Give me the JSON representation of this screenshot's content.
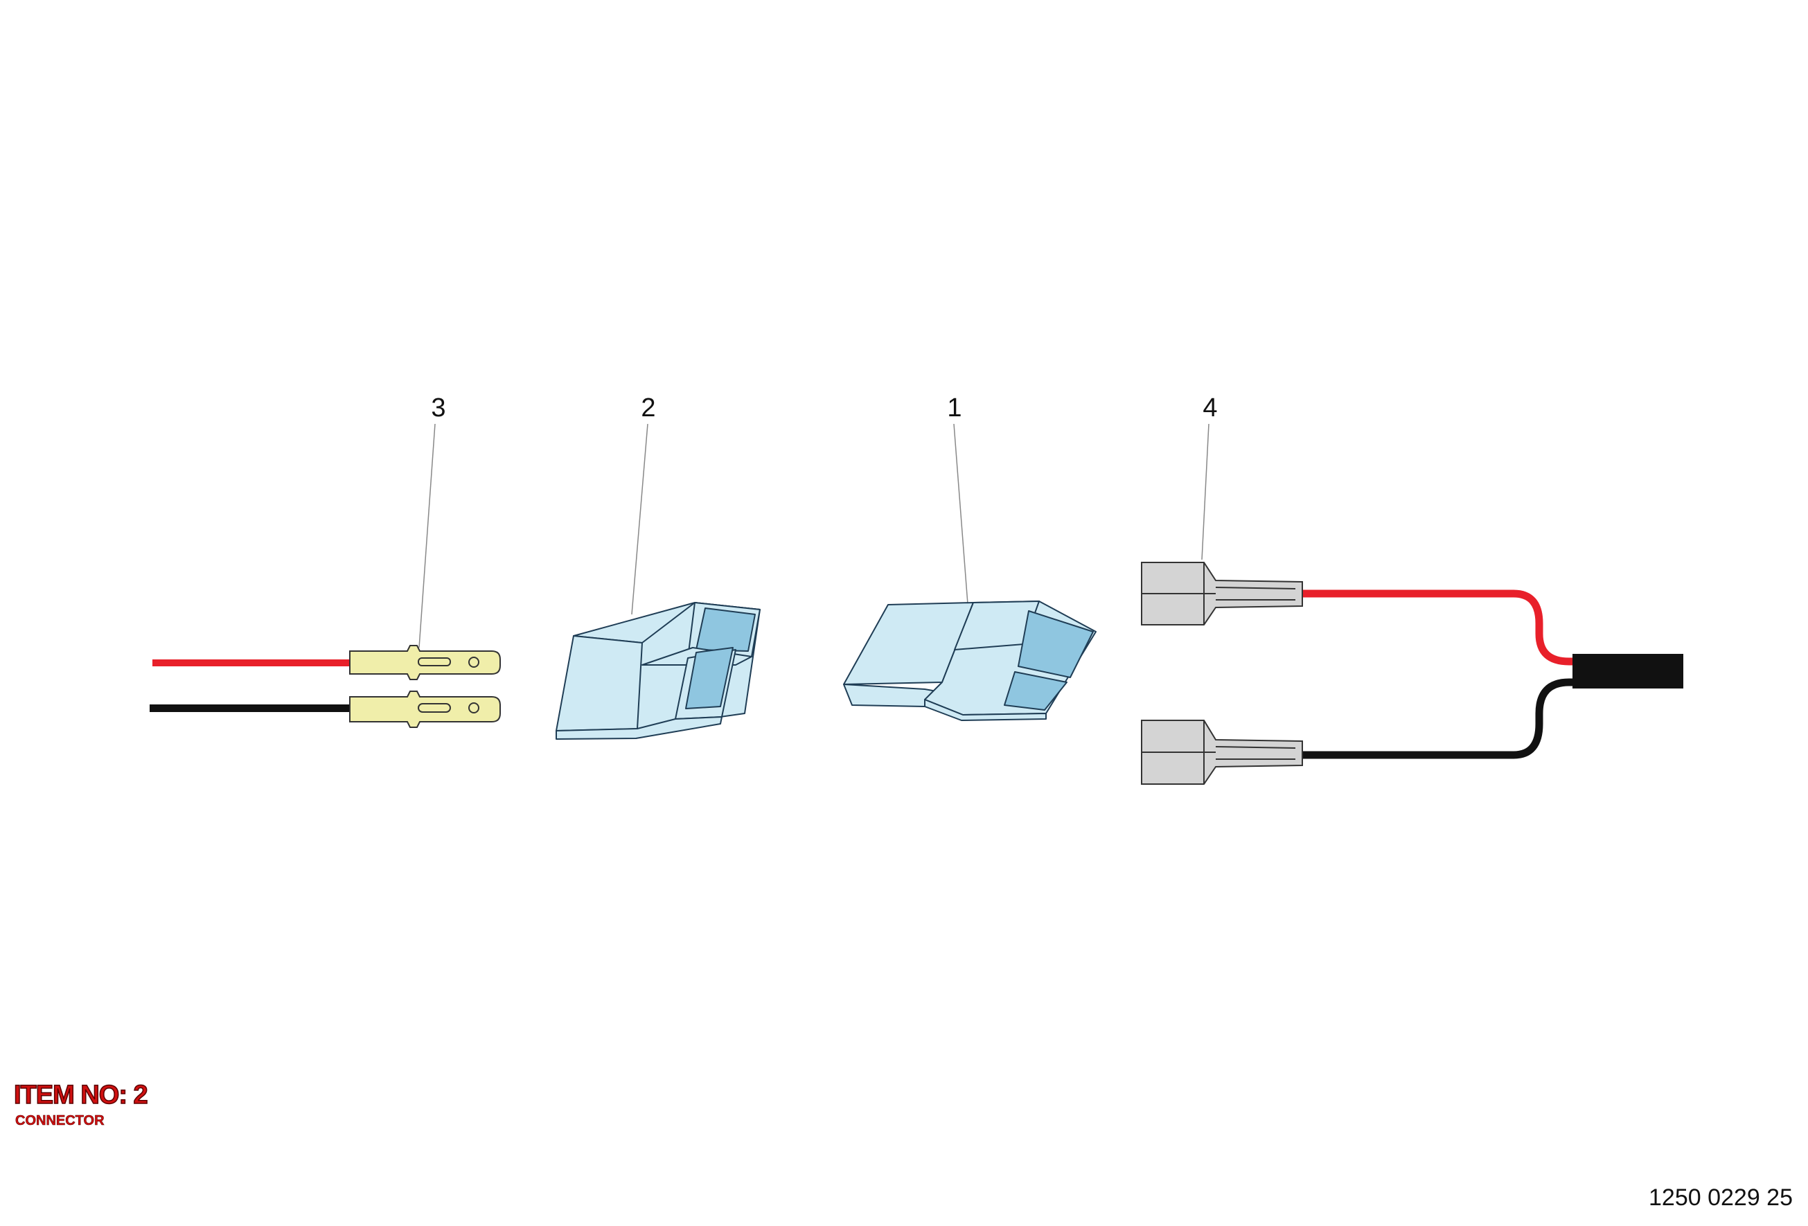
{
  "callouts": [
    {
      "id": "3",
      "label": "3"
    },
    {
      "id": "2",
      "label": "2"
    },
    {
      "id": "1",
      "label": "1"
    },
    {
      "id": "4",
      "label": "4"
    }
  ],
  "item": {
    "title": "ITEM NO: 2",
    "subtitle": "CONNECTOR"
  },
  "drawing_number": "1250 0229 25",
  "colors": {
    "wire_red": "#e8202a",
    "wire_black": "#111111",
    "male_terminal": "#f0eeaa",
    "housing": "#cfeaf4",
    "housing_cavity": "#8fc6e0",
    "female_terminal": "#d4d4d4",
    "accent_red": "#d01010"
  }
}
